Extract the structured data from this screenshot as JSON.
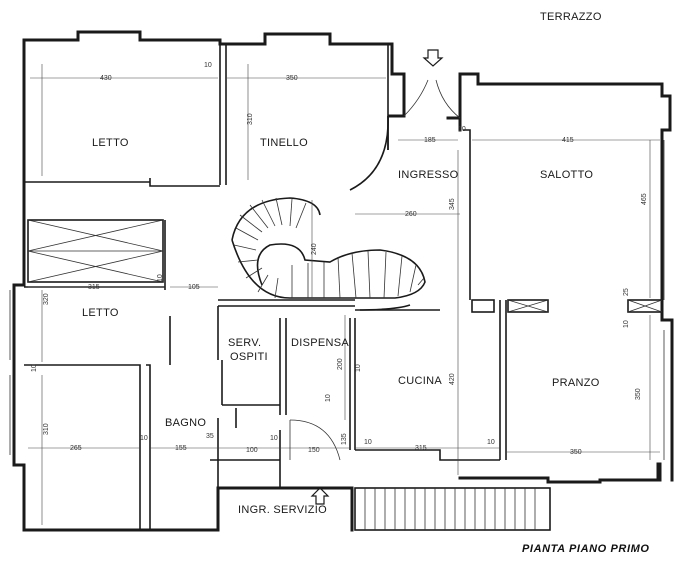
{
  "plan": {
    "caption": "PIANTA PIANO PRIMO",
    "rooms": {
      "terrazzo": "TERRAZZO",
      "letto_top": "LETTO",
      "tinello": "TINELLO",
      "ingresso": "INGRESSO",
      "salotto": "SALOTTO",
      "letto_mid": "LETTO",
      "serv_ospiti_1": "SERV.",
      "serv_ospiti_2": "OSPITI",
      "dispensa": "DISPENSA",
      "cucina": "CUCINA",
      "pranzo": "PRANZO",
      "bagno": "BAGNO",
      "ingr_servizio": "INGR. SERVIZIO"
    },
    "dims": {
      "d430": "430",
      "d10a": "10",
      "d350a": "350",
      "d185": "185",
      "d10b": "10",
      "d415": "415",
      "d260": "260",
      "d315a": "315",
      "d105": "105",
      "d265": "265",
      "d155": "155",
      "d100": "100",
      "d150": "150",
      "d10c": "10",
      "d315b": "315",
      "d10d": "10",
      "d350b": "350",
      "d35": "35",
      "d10e": "10",
      "d10f": "10",
      "v310a": "310",
      "v320": "320",
      "v310b": "310",
      "v10a": "10",
      "v10b": "10",
      "v240": "240",
      "v345": "345",
      "v465": "465",
      "v25": "25",
      "v10c": "10",
      "v350": "350",
      "v420": "420",
      "v200": "200",
      "v135": "135",
      "v10d": "10",
      "v10e": "10"
    }
  }
}
